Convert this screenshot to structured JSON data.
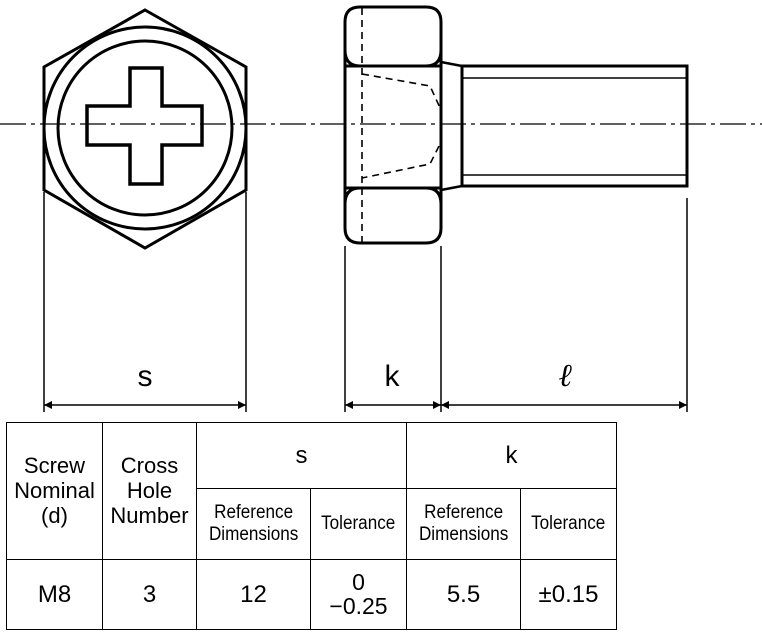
{
  "dimension_labels": {
    "s": "s",
    "k": "k",
    "l": "ℓ"
  },
  "table": {
    "headers": {
      "screw_nominal": [
        "Screw",
        "Nominal",
        "(d)"
      ],
      "cross_hole": [
        "Cross",
        "Hole",
        "Number"
      ],
      "s_group": "s",
      "k_group": "k",
      "reference_dimensions": [
        "Reference",
        "Dimensions"
      ],
      "tolerance": "Tolerance"
    },
    "rows": [
      {
        "screw_nominal": "M8",
        "cross_hole_number": "3",
        "s_reference": "12",
        "s_tolerance": [
          "0",
          "−0.25"
        ],
        "k_reference": "5.5",
        "k_tolerance": "±0.15"
      }
    ]
  }
}
